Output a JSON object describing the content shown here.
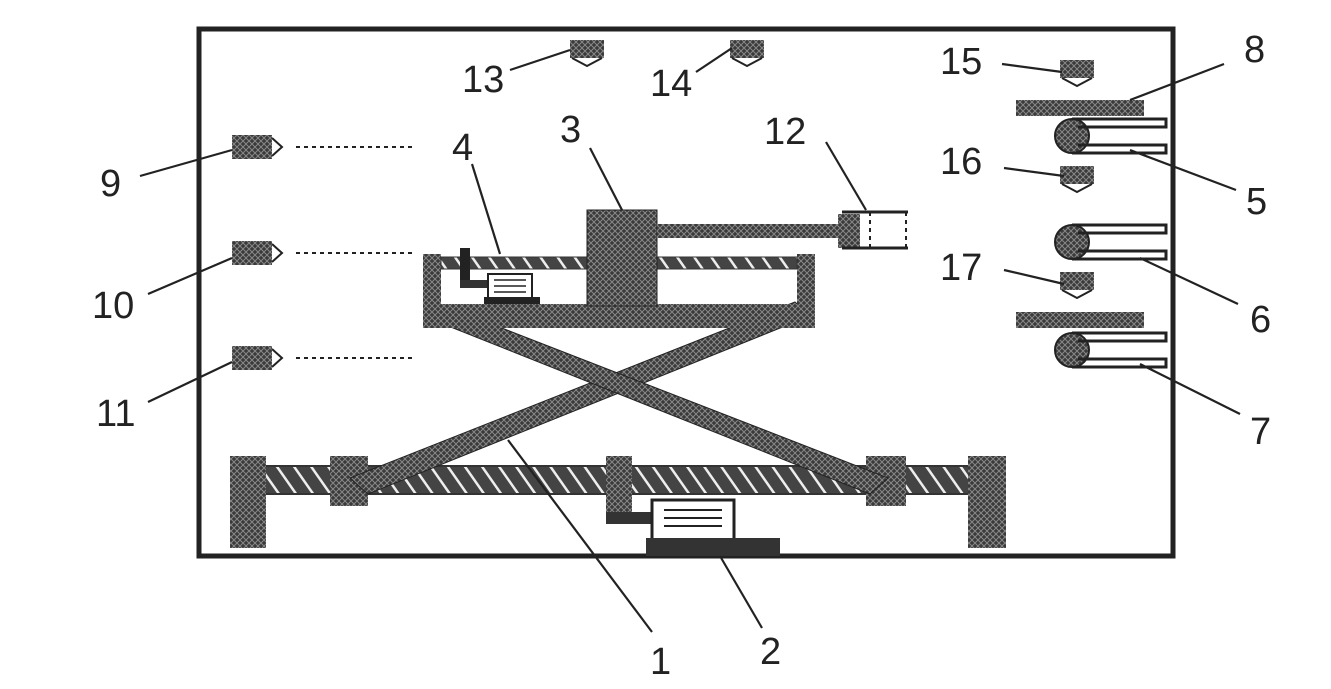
{
  "labels": {
    "l1": "1",
    "l2": "2",
    "l3": "3",
    "l4": "4",
    "l5": "5",
    "l6": "6",
    "l7": "7",
    "l8": "8",
    "l9": "9",
    "l10": "10",
    "l11": "11",
    "l12": "12",
    "l13": "13",
    "l14": "14",
    "l15": "15",
    "l16": "16",
    "l17": "17"
  }
}
